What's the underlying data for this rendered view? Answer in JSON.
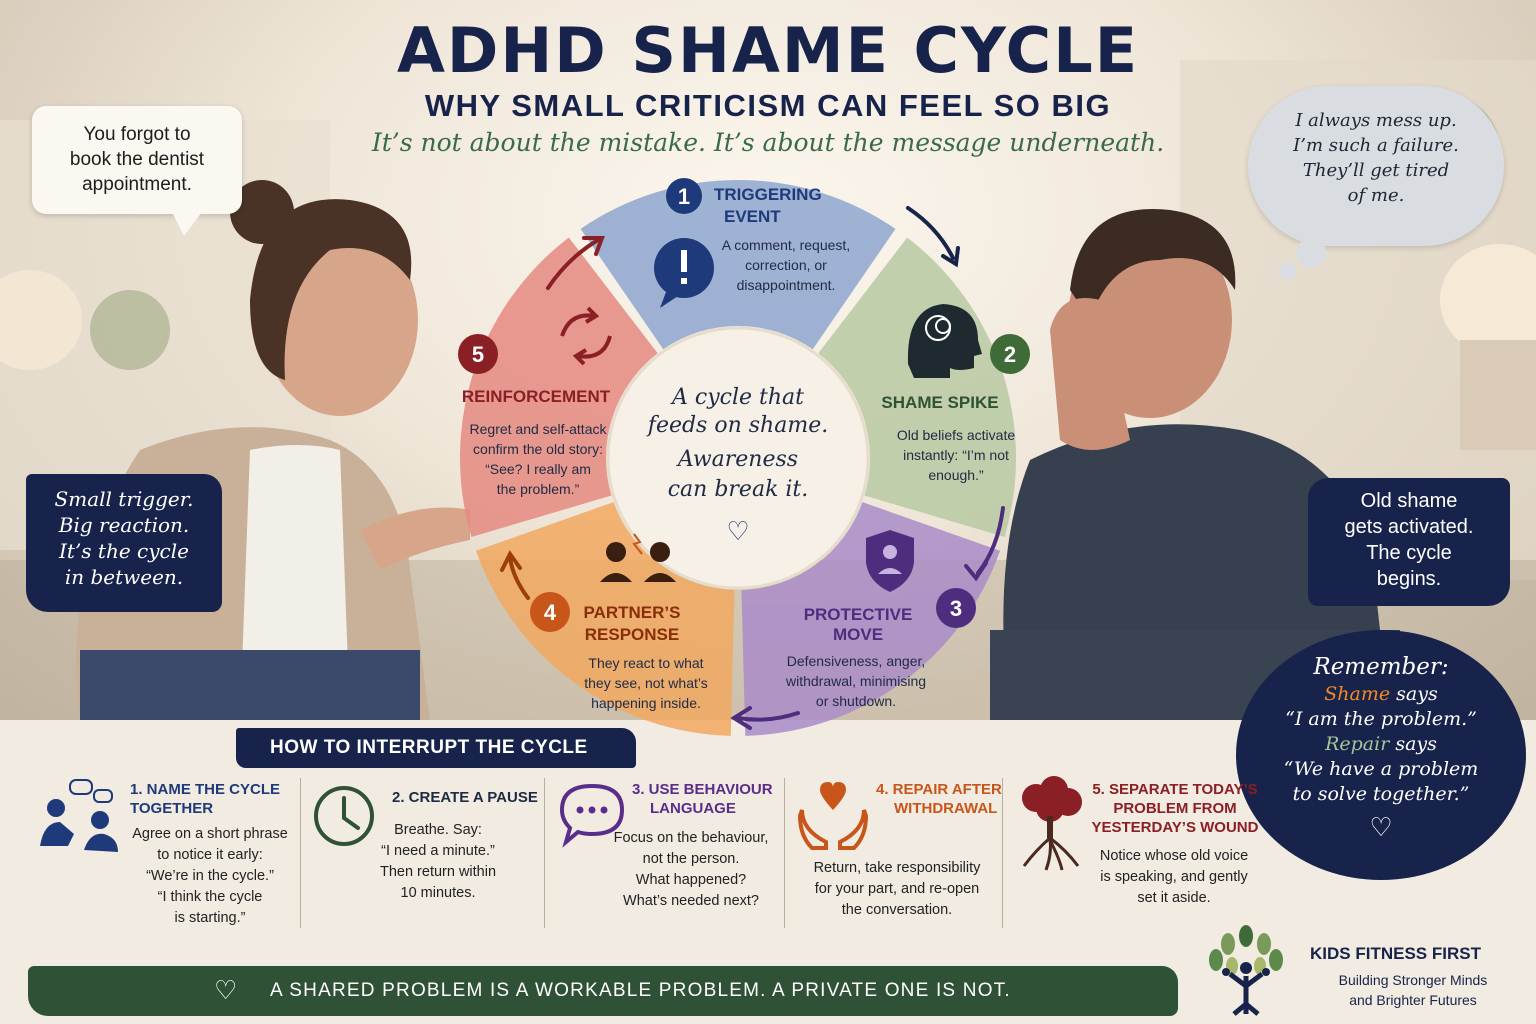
{
  "header": {
    "title": "ADHD SHAME CYCLE",
    "subtitle": "WHY SMALL CRITICISM CAN FEEL SO BIG",
    "tagline": "It’s not about the mistake. It’s about the message underneath."
  },
  "speech_bubble": {
    "lines": [
      "You forgot to",
      "book the dentist",
      "appointment."
    ]
  },
  "thought_bubble": {
    "lines": [
      "I always mess up.",
      "I’m such a failure.",
      "They’ll get tired",
      "of me."
    ]
  },
  "left_callout": {
    "lines": [
      "Small trigger.",
      "Big reaction.",
      "It’s the cycle",
      "in between."
    ]
  },
  "right_callout": {
    "lines": [
      "Old shame",
      "gets activated.",
      "The cycle",
      "begins."
    ]
  },
  "remember": {
    "title": "Remember:",
    "shame_word": "Shame",
    "shame_says": " says",
    "shame_quote": "“I am the problem.”",
    "repair_word": "Repair",
    "repair_says": " says",
    "repair_quote_1": "“We have a problem",
    "repair_quote_2": "to solve together.”",
    "heart": "♡"
  },
  "cycle": {
    "center_lines": [
      "A cycle that",
      "feeds on shame.",
      "Awareness",
      "can break it."
    ],
    "center_heart": "♡",
    "stages": [
      {
        "number": "1",
        "title_lines": [
          "TRIGGERING",
          "EVENT"
        ],
        "body_lines": [
          "A comment, request,",
          "correction, or",
          "disappointment."
        ],
        "icon": "exclamation-speech-icon",
        "color": "#8ea6cf",
        "accent": "#1e3a7a"
      },
      {
        "number": "2",
        "title_lines": [
          "SHAME SPIKE"
        ],
        "body_lines": [
          "Old beliefs activate",
          "instantly: “I’m not",
          "enough.”"
        ],
        "icon": "head-tangle-icon",
        "color": "#b9c9a2",
        "accent": "#3f6b38"
      },
      {
        "number": "3",
        "title_lines": [
          "PROTECTIVE",
          "MOVE"
        ],
        "body_lines": [
          "Defensiveness, anger,",
          "withdrawal, minimising",
          "or shutdown."
        ],
        "icon": "shield-person-icon",
        "color": "#a98cc8",
        "accent": "#4e2d7f"
      },
      {
        "number": "4",
        "title_lines": [
          "PARTNER’S",
          "RESPONSE"
        ],
        "body_lines": [
          "They react to what",
          "they see, not what’s",
          "happening inside."
        ],
        "icon": "two-people-conflict-icon",
        "color": "#f1a860",
        "accent": "#9c3d0a"
      },
      {
        "number": "5",
        "title_lines": [
          "REINFORCEMENT"
        ],
        "body_lines": [
          "Regret and self-attack",
          "confirm the old story:",
          "“See? I really am",
          "the problem.”"
        ],
        "icon": "cycle-arrows-icon",
        "color": "#e58a80",
        "accent": "#8a1f25"
      }
    ]
  },
  "interrupt": {
    "heading": "HOW TO INTERRUPT THE CYCLE",
    "steps": [
      {
        "title_lines": [
          "1. NAME THE CYCLE",
          "TOGETHER"
        ],
        "body_lines": [
          "Agree on a short phrase",
          "to notice it early:",
          "“We’re in the cycle.”",
          "“I think the cycle",
          "is starting.”"
        ],
        "icon": "two-people-talking-icon",
        "color": "#1e3a7a"
      },
      {
        "title_lines": [
          "2. CREATE A PAUSE"
        ],
        "body_lines": [
          "Breathe. Say:",
          "“I need a minute.”",
          "Then return within",
          "10 minutes."
        ],
        "icon": "clock-icon",
        "color": "#2f5237"
      },
      {
        "title_lines": [
          "3. USE BEHAVIOUR",
          "LANGUAGE"
        ],
        "body_lines": [
          "Focus on the behaviour,",
          "not the person.",
          "What happened?",
          "What’s needed next?"
        ],
        "icon": "speech-dots-icon",
        "color": "#5a2d8a"
      },
      {
        "title_lines": [
          "4. REPAIR AFTER",
          "WITHDRAWAL"
        ],
        "body_lines": [
          "Return, take responsibility",
          "for your part, and re-open",
          "the conversation."
        ],
        "icon": "hands-heart-icon",
        "color": "#c8561a"
      },
      {
        "title_lines": [
          "5. SEPARATE TODAY’S",
          "PROBLEM FROM",
          "YESTERDAY’S WOUND"
        ],
        "body_lines": [
          "Notice whose old voice",
          "is speaking, and gently",
          "set it aside."
        ],
        "icon": "tree-roots-icon",
        "color": "#8a1f25"
      }
    ]
  },
  "footer": {
    "message": "A SHARED PROBLEM IS A WORKABLE PROBLEM. A PRIVATE ONE IS NOT.",
    "heart": "♡"
  },
  "brand": {
    "name": "KIDS FITNESS FIRST",
    "tag_lines": [
      "Building Stronger Minds",
      "and Brighter Futures"
    ],
    "logo": "tree-people-logo"
  }
}
